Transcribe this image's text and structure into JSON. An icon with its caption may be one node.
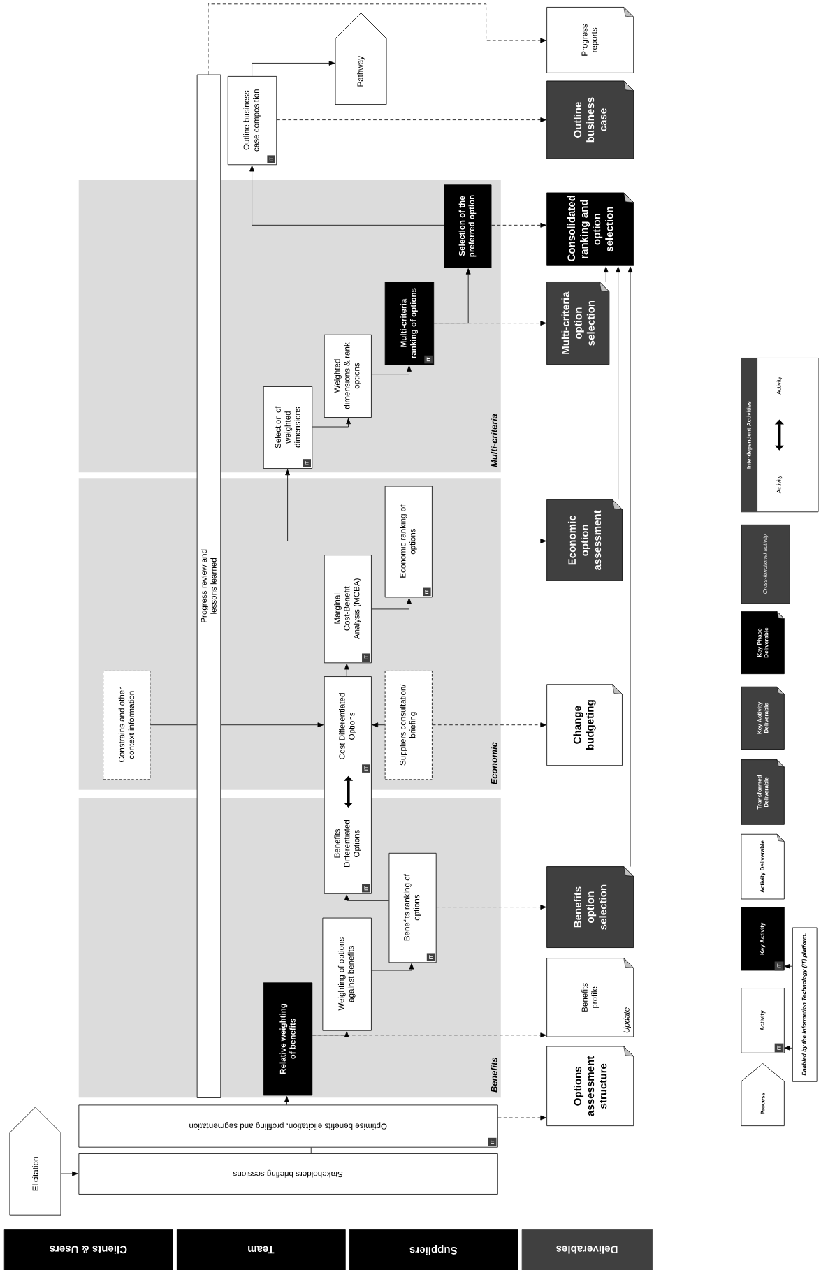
{
  "diagram": {
    "nodes": [
      {
        "text": [
          "Clients & Users"
        ]
      },
      {
        "text": [
          "Team"
        ]
      },
      {
        "text": [
          "Suppliers"
        ]
      },
      {
        "text": [
          "Deliverables"
        ]
      },
      {
        "text": [
          "Elicitation"
        ]
      },
      {
        "text": [
          "Stakeholders briefing sessions"
        ]
      },
      {
        "text": [
          "Optimise benefits elicitation, profiling and segmentation",
          "IT"
        ]
      },
      {
        "text": [
          "Progress review and lessons learned"
        ]
      },
      {
        "text": [
          "Benefits"
        ]
      },
      {
        "text": [
          "Economic"
        ]
      },
      {
        "text": [
          "Multi-criteria"
        ]
      },
      {
        "text": [
          "Relative weighting of benefits"
        ],
        "in": 8
      },
      {
        "text": [
          "Weighting of options against benefits"
        ],
        "in": 8
      },
      {
        "text": [
          "Benefits ranking of options",
          "IT"
        ],
        "in": 8
      },
      {
        "text": [
          "Benefits Differentiated Options",
          "IT",
          "Cost Differentiated Options",
          "IT"
        ]
      },
      {
        "text": [
          "Suppliers consultation/ briefing"
        ],
        "in": 9
      },
      {
        "text": [
          "Constrains and other context information"
        ],
        "in": 9
      },
      {
        "text": [
          "Marginal Cost-Benefit Analysis (MCBA)",
          "IT"
        ],
        "in": 9
      },
      {
        "text": [
          "Economic ranking of options",
          "IT"
        ],
        "in": 9
      },
      {
        "text": [
          "Selection of weighted dimensions",
          "IT"
        ],
        "in": 10
      },
      {
        "text": [
          "Weighted dimensions & rank options"
        ],
        "in": 10
      },
      {
        "text": [
          "Multi-criteria ranking of options",
          "IT"
        ],
        "in": 10
      },
      {
        "text": [
          "Selection of the preferred option"
        ],
        "in": 10
      },
      {
        "text": [
          "Outline business case composition",
          "IT"
        ]
      },
      {
        "text": [
          "Pathway"
        ]
      },
      {
        "text": [
          "Options assessment structure"
        ]
      },
      {
        "text": [
          "Benefits profile",
          "Update"
        ]
      },
      {
        "text": [
          "Benefits option selection"
        ]
      },
      {
        "text": [
          "Change budgeting"
        ]
      },
      {
        "text": [
          "Economic option assessment"
        ]
      },
      {
        "text": [
          "Multi-criteria option selection"
        ]
      },
      {
        "text": [
          "Consolidated ranking and option selection"
        ]
      },
      {
        "text": [
          "Outline business case"
        ]
      },
      {
        "text": [
          "Progress reports"
        ]
      },
      {
        "text": [
          "Enabled by the Information Technology (IT) platform."
        ]
      },
      {
        "text": [
          "IT"
        ]
      },
      {
        "text": [
          "IT"
        ]
      }
    ],
    "edges": [
      {
        "from": 4,
        "to": 5,
        "arrow": "to"
      },
      {
        "from": 5,
        "to": 6,
        "arrow": "none"
      },
      {
        "from": 6,
        "to": 11,
        "arrow": "to"
      },
      {
        "from": 6,
        "to": 25,
        "arrow": "to",
        "style": "dashed"
      },
      {
        "from": 11,
        "to": 12,
        "arrow": "to"
      },
      {
        "from": 11,
        "to": 26,
        "arrow": "to",
        "style": "dashed"
      },
      {
        "from": 12,
        "to": 13,
        "arrow": "to"
      },
      {
        "from": 13,
        "to": 14,
        "arrow": "to"
      },
      {
        "from": 13,
        "to": 27,
        "arrow": "to",
        "style": "dashed"
      },
      {
        "from": 14,
        "to": 17,
        "arrow": "to"
      },
      {
        "from": 15,
        "to": 14,
        "arrow": "to"
      },
      {
        "from": 15,
        "to": 28,
        "arrow": "to",
        "style": "dashed"
      },
      {
        "from": 16,
        "to": 7,
        "arrow": "none"
      },
      {
        "from": 17,
        "to": 18,
        "arrow": "to"
      },
      {
        "from": 18,
        "to": 19,
        "arrow": "to"
      },
      {
        "from": 18,
        "to": 29,
        "arrow": "to",
        "style": "dashed"
      },
      {
        "from": 19,
        "to": 20,
        "arrow": "to"
      },
      {
        "from": 20,
        "to": 21,
        "arrow": "to"
      },
      {
        "from": 21,
        "to": 22,
        "arrow": "to"
      },
      {
        "from": 21,
        "to": 30,
        "arrow": "to",
        "style": "dashed"
      },
      {
        "from": 22,
        "to": 23,
        "arrow": "to"
      },
      {
        "from": 22,
        "to": 31,
        "arrow": "to",
        "style": "dashed"
      },
      {
        "from": 23,
        "to": 24,
        "arrow": "to"
      },
      {
        "from": 23,
        "to": 32,
        "arrow": "to",
        "style": "dashed"
      },
      {
        "from": 7,
        "to": 33,
        "arrow": "to",
        "style": "dashed"
      },
      {
        "from": 27,
        "to": 31,
        "arrow": "to"
      },
      {
        "from": 29,
        "to": 31,
        "arrow": "to"
      },
      {
        "from": 30,
        "to": 31,
        "arrow": "to"
      },
      {
        "from": 34,
        "to": 35,
        "arrow": "to"
      },
      {
        "from": 34,
        "to": 36,
        "arrow": "to"
      },
      {
        "from": 7,
        "to": 14,
        "arrow": "to"
      }
    ],
    "labels": [
      "Activity",
      "Activity"
    ],
    "legend": [
      {
        "text": "Process"
      },
      {
        "text": "Activity"
      },
      {
        "text": "Key Activity"
      },
      {
        "text": "Activity Deliverable"
      },
      {
        "text": "Transformed Deliverable"
      },
      {
        "text": "Key Activity Deliverable"
      },
      {
        "text": "Key Phase Deliverable"
      },
      {
        "text": "Cross-functional activity"
      },
      {
        "text": "Interdependent Activities"
      }
    ]
  }
}
